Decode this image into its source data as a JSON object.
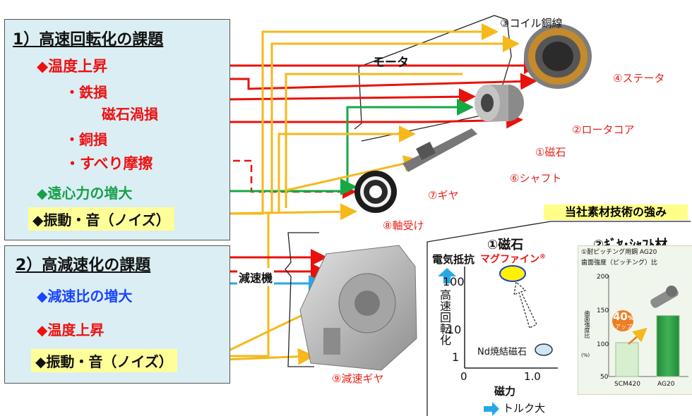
{
  "panel1": {
    "title": "1）高速回転化の課題",
    "items": [
      "◆温度上昇",
      "・鉄損",
      "磁石渦損",
      "・銅損",
      "・すべり摩擦",
      "◆遠心力の増大",
      "◆振動・音（ノイズ）"
    ]
  },
  "panel2": {
    "title": "2）高減速化の課題",
    "items": [
      "◆減速比の増大",
      "◆温度上昇",
      "◆振動・音（ノイズ）"
    ]
  },
  "labels": {
    "motor": "モータ",
    "gear_reducer": "減速機",
    "coil": "③コイル銅線",
    "stator": "④ステータ",
    "rotor": "②ロータコア",
    "magnet": "①磁石",
    "shaft": "⑥シャフト",
    "gear": "⑦ギヤ",
    "bearing": "⑧軸受け",
    "reduction_gear": "⑨減速ギヤ"
  },
  "strengths": {
    "banner": "当社素材技術の強み",
    "magnet_title": "①磁石",
    "gear_title": "②ｷﾞﾔ･ｼｬﾌﾄ材"
  },
  "magnet_chart": {
    "y_title": "電気抵抗",
    "y_axis_label": "高速回転化",
    "x_axis_label": "磁力",
    "x_caption": "トルク大",
    "magfine_label": "マグファイン",
    "magfine_sup": "®",
    "nd_label": "Nd焼結磁石",
    "y_ticks": [
      "100",
      "10",
      "1"
    ],
    "x_ticks": [
      "0",
      "1.0"
    ]
  },
  "gear_chart": {
    "header1": "①耐ピッチング用鋼 AG20",
    "header2": "歯面強度（ピッチング）比",
    "y_axis_label": "歯面強度比",
    "y_axis_unit": "(%)",
    "y_ticks": [
      "200",
      "150",
      "100",
      "50"
    ],
    "badge_value": "40",
    "badge_unit": "%",
    "badge_text": "アップ"
  },
  "chart_data": {
    "type": "bar",
    "categories": [
      "SCM420",
      "AG20"
    ],
    "values": [
      100,
      140
    ],
    "ylim": [
      50,
      200
    ],
    "colors": [
      "#d7efcf",
      "#2e9e46"
    ]
  }
}
